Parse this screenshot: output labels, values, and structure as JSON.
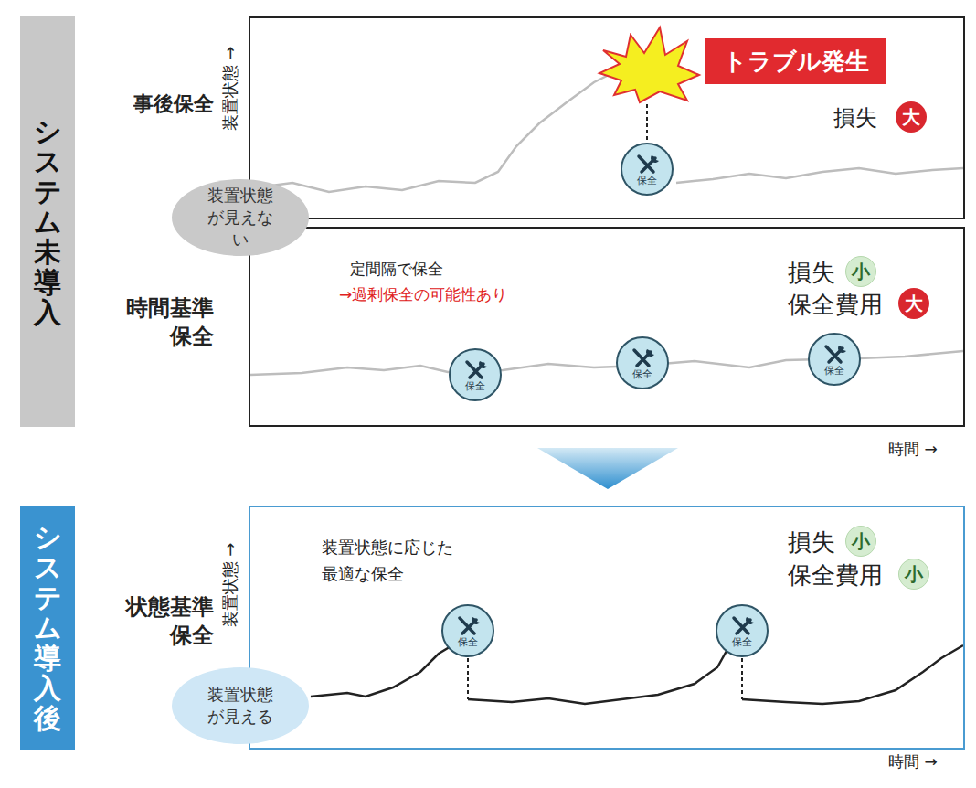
{
  "diagram": {
    "nodes": [
      {
        "text": [
          "システム未導入"
        ]
      },
      {
        "text": [
          "事後保全"
        ]
      },
      {
        "text": [
          "トラブル発生"
        ],
        "in": 1
      },
      {
        "text": [
          "保全"
        ],
        "in": 1
      },
      {
        "text": [
          "大"
        ],
        "in": 1
      },
      {
        "text": [
          "装置状態 が見えない"
        ]
      },
      {
        "text": [
          "時間基準 保全"
        ]
      },
      {
        "text": [
          "小"
        ],
        "in": 6
      },
      {
        "text": [
          "大"
        ],
        "in": 6
      },
      {
        "text": [
          "保全"
        ],
        "in": 6
      },
      {
        "text": [
          "保全"
        ],
        "in": 6
      },
      {
        "text": [
          "保全"
        ],
        "in": 6
      },
      {
        "text": [
          "システム導入後"
        ]
      },
      {
        "text": [
          "状態基準 保全"
        ]
      },
      {
        "text": [
          "小"
        ],
        "in": 13
      },
      {
        "text": [
          "小"
        ],
        "in": 13
      },
      {
        "text": [
          "保全"
        ],
        "in": 13
      },
      {
        "text": [
          "保全"
        ],
        "in": 13
      },
      {
        "text": [
          "装置状態 が見える"
        ]
      }
    ],
    "labels": [
      "装置状態 →",
      "損失",
      "定間隔で保全",
      "→過剰保全の可能性あり",
      "損失",
      "保全費用",
      "時間 →",
      "装置状態 →",
      "装置状態に応じた 最適な保全",
      "損失",
      "保全費用",
      "時間 →"
    ]
  }
}
